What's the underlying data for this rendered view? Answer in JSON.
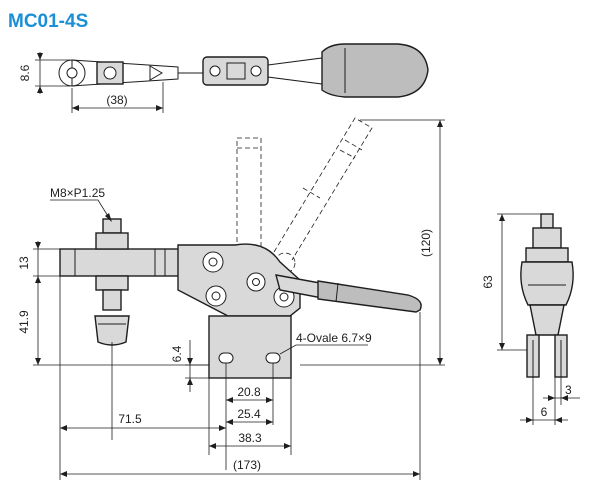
{
  "title": "MC01-4S",
  "colors": {
    "title": "#1a8fd6",
    "line": "#1e1e1e",
    "part_fill": "#d9d9d9"
  },
  "top_view": {
    "width_label": "8.6",
    "length_label": "(38)"
  },
  "front_view": {
    "thread_label": "M8×P1.25",
    "height_total": "(120)",
    "arm_height": "13",
    "spindle_below": "41.9",
    "base_offset": "6.4",
    "slot_label": "4-Ovale 6.7×9",
    "hole_pitch_a": "20.8",
    "hole_pitch_b": "25.4",
    "base_length": "38.3",
    "spindle_reach": "71.5",
    "overall_length": "(173)"
  },
  "side_view": {
    "height": "63",
    "dim_small": "3",
    "dim_width": "6"
  }
}
